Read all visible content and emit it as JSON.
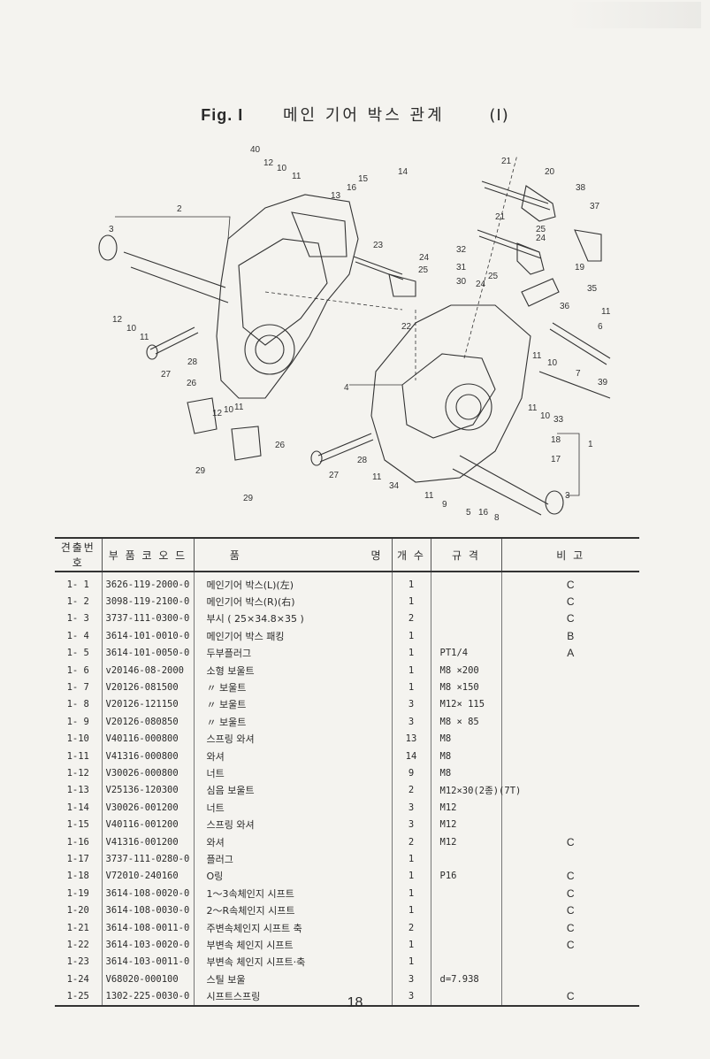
{
  "figure": {
    "label": "Fig. I",
    "title": "메인 기어 박스 관계",
    "number": "(I)"
  },
  "diagram": {
    "callouts": [
      "40",
      "12",
      "10",
      "11",
      "14",
      "15",
      "16",
      "13",
      "2",
      "3",
      "23",
      "21",
      "20",
      "38",
      "37",
      "21",
      "25",
      "24",
      "32",
      "24",
      "31",
      "25",
      "30",
      "19",
      "25",
      "24",
      "35",
      "12",
      "10",
      "11",
      "11",
      "12",
      "10",
      "11",
      "27",
      "28",
      "22",
      "36",
      "11",
      "6",
      "26",
      "12",
      "10",
      "11",
      "4",
      "39",
      "11",
      "10",
      "7",
      "11",
      "10",
      "33",
      "18",
      "1",
      "26",
      "17",
      "29",
      "28",
      "27",
      "11",
      "34",
      "3",
      "5",
      "16",
      "8",
      "11",
      "9",
      "29"
    ]
  },
  "table": {
    "headers": [
      "견출번호",
      "부 품 코 오 드",
      "품",
      "명",
      "개 수",
      "규 격",
      "비 고"
    ],
    "rows": [
      {
        "no": "1- 1",
        "code": "3626-119-2000-0",
        "name": "메인기어 박스(L)(左)",
        "qty": "1",
        "spec": "",
        "note": "C"
      },
      {
        "no": "1- 2",
        "code": "3098-119-2100-0",
        "name": "메인기어 박스(R)(右)",
        "qty": "1",
        "spec": "",
        "note": "C"
      },
      {
        "no": "1- 3",
        "code": "3737-111-0300-0",
        "name": "부시 ( 25×34.8×35 )",
        "qty": "2",
        "spec": "",
        "note": "C"
      },
      {
        "no": "1- 4",
        "code": "3614-101-0010-0",
        "name": "메인기어 박스 패킹",
        "qty": "1",
        "spec": "",
        "note": "B"
      },
      {
        "no": "1- 5",
        "code": "3614-101-0050-0",
        "name": "두부플러그",
        "qty": "1",
        "spec": "PT1/4",
        "note": "A"
      },
      {
        "no": "1- 6",
        "code": "v20146-08-2000",
        "name": "소형 보울트",
        "qty": "1",
        "spec": "M8 ×200",
        "note": ""
      },
      {
        "no": "1- 7",
        "code": "V20126-081500",
        "name": "〃  보울트",
        "qty": "1",
        "spec": "M8 ×150",
        "note": ""
      },
      {
        "no": "1- 8",
        "code": "V20126-121150",
        "name": "〃  보울트",
        "qty": "3",
        "spec": "M12× 115",
        "note": ""
      },
      {
        "no": "1- 9",
        "code": "V20126-080850",
        "name": "〃  보울트",
        "qty": "3",
        "spec": "M8 × 85",
        "note": ""
      },
      {
        "no": "1-10",
        "code": "V40116-000800",
        "name": "스프링 와셔",
        "qty": "13",
        "spec": "M8",
        "note": ""
      },
      {
        "no": "1-11",
        "code": "V41316-000800",
        "name": "와셔",
        "qty": "14",
        "spec": "M8",
        "note": ""
      },
      {
        "no": "1-12",
        "code": "V30026-000800",
        "name": "너트",
        "qty": "9",
        "spec": "M8",
        "note": ""
      },
      {
        "no": "1-13",
        "code": "V25136-120300",
        "name": "심음 보울트",
        "qty": "2",
        "spec": "M12×30(2종)(7T)",
        "note": ""
      },
      {
        "no": "1-14",
        "code": "V30026-001200",
        "name": "너트",
        "qty": "3",
        "spec": "M12",
        "note": ""
      },
      {
        "no": "1-15",
        "code": "V40116-001200",
        "name": "스프링 와셔",
        "qty": "3",
        "spec": "M12",
        "note": ""
      },
      {
        "no": "1-16",
        "code": "V41316-001200",
        "name": "와셔",
        "qty": "2",
        "spec": "M12",
        "note": "C"
      },
      {
        "no": "1-17",
        "code": "3737-111-0280-0",
        "name": "플러그",
        "qty": "1",
        "spec": "",
        "note": ""
      },
      {
        "no": "1-18",
        "code": "V72010-240160",
        "name": "O링",
        "qty": "1",
        "spec": "P16",
        "note": "C"
      },
      {
        "no": "1-19",
        "code": "3614-108-0020-0",
        "name": "1～3속체인지 시프트",
        "qty": "1",
        "spec": "",
        "note": "C"
      },
      {
        "no": "1-20",
        "code": "3614-108-0030-0",
        "name": "2～R속체인지 시프트",
        "qty": "1",
        "spec": "",
        "note": "C"
      },
      {
        "no": "1-21",
        "code": "3614-108-0011-0",
        "name": "주변속체인지 시프트 축",
        "qty": "2",
        "spec": "",
        "note": "C"
      },
      {
        "no": "1-22",
        "code": "3614-103-0020-0",
        "name": "부변속 체인지 시프트",
        "qty": "1",
        "spec": "",
        "note": "C"
      },
      {
        "no": "1-23",
        "code": "3614-103-0011-0",
        "name": "부변속 체인지 시프트·축",
        "qty": "1",
        "spec": "",
        "note": ""
      },
      {
        "no": "1-24",
        "code": "V68020-000100",
        "name": "스틸 보울",
        "qty": "3",
        "spec": "d=7.938",
        "note": ""
      },
      {
        "no": "1-25",
        "code": "1302-225-0030-0",
        "name": "시프트스프링",
        "qty": "3",
        "spec": "",
        "note": "C"
      }
    ]
  },
  "page_number": "18"
}
